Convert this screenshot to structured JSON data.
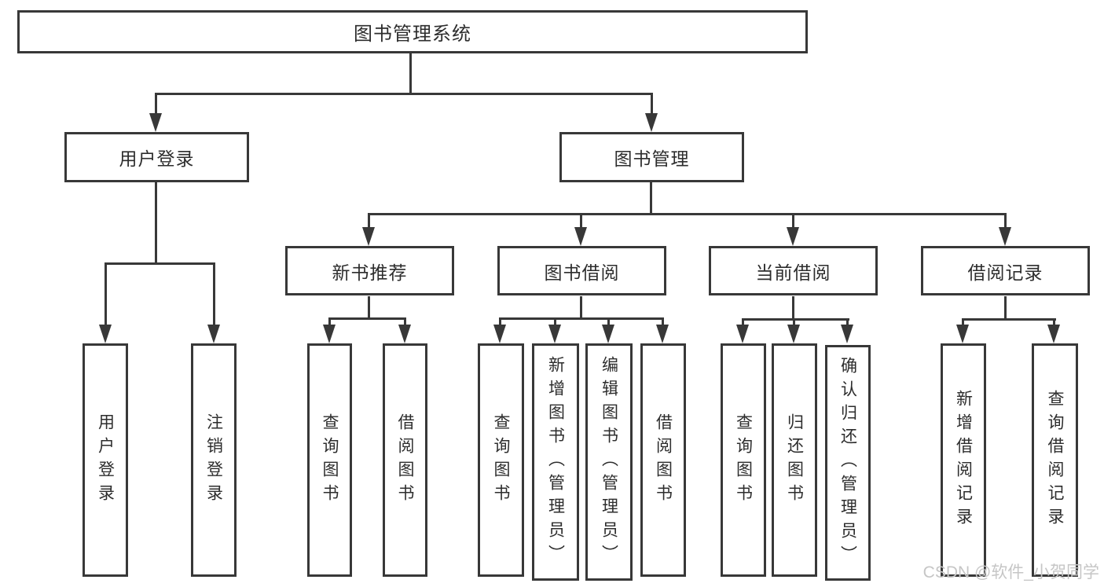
{
  "tree": {
    "root": {
      "label": "图书管理系统"
    },
    "branches": [
      {
        "label": "用户登录",
        "leaves": [
          {
            "label": "用户登录"
          },
          {
            "label": "注销登录"
          }
        ]
      },
      {
        "label": "图书管理",
        "groups": [
          {
            "label": "新书推荐",
            "leaves": [
              {
                "label": "查询图书"
              },
              {
                "label": "借阅图书"
              }
            ]
          },
          {
            "label": "图书借阅",
            "leaves": [
              {
                "label": "查询图书"
              },
              {
                "label": "新增图书（管理员）"
              },
              {
                "label": "编辑图书（管理员）"
              },
              {
                "label": "借阅图书"
              }
            ]
          },
          {
            "label": "当前借阅",
            "leaves": [
              {
                "label": "查询图书"
              },
              {
                "label": "归还图书"
              },
              {
                "label": "确认归还（管理员）"
              }
            ]
          },
          {
            "label": "借阅记录",
            "leaves": [
              {
                "label": "新增借阅记录"
              },
              {
                "label": "查询借阅记录"
              }
            ]
          }
        ]
      }
    ]
  },
  "watermark": {
    "text": "CSDN @软件_小贺同学"
  },
  "colors": {
    "line": "#383838",
    "text": "#2d2d2d",
    "watermark": "#c6c6c6",
    "background": "#ffffff"
  }
}
